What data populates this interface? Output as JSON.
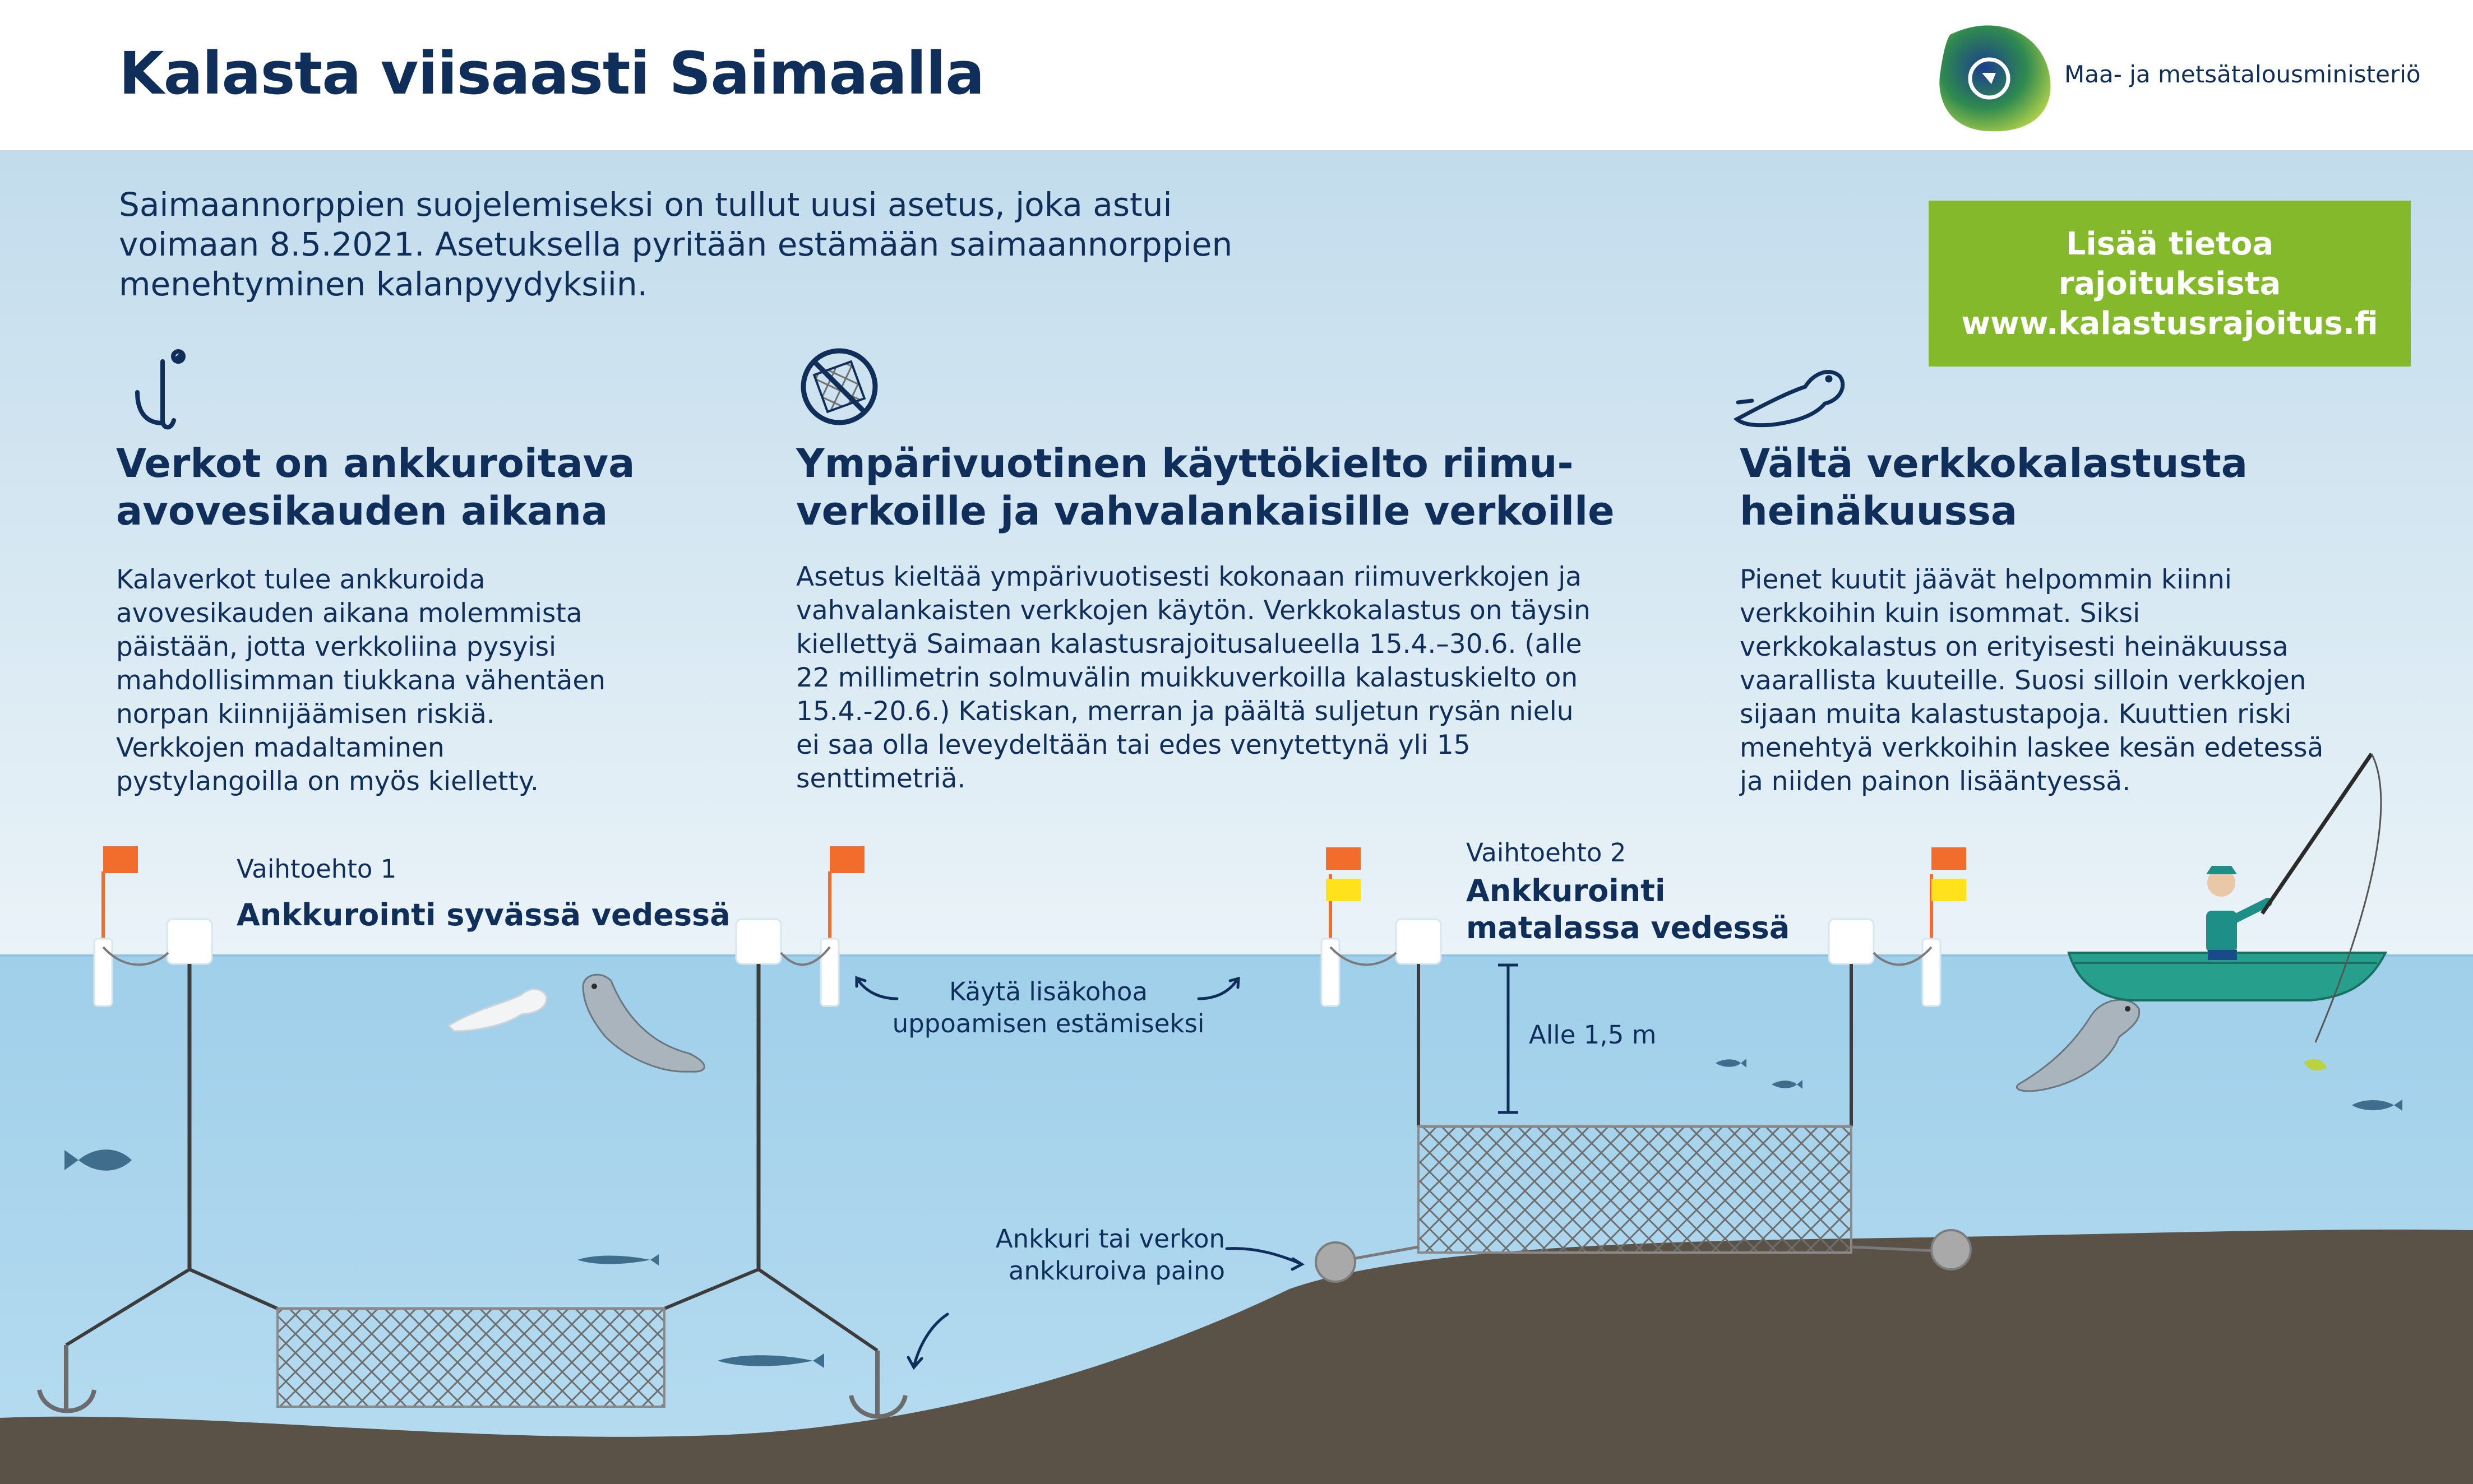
{
  "header": {
    "title": "Kalasta viisaasti Saimaalla",
    "ministry": "Maa- ja metsätalousministeriö"
  },
  "intro": "Saimaannorppien suojelemiseksi on tullut uusi asetus, joka astui voimaan 8.5.2021. Asetuksella pyritään estämään saimaannorppien menehtyminen kalanpyydyksiin.",
  "cta": {
    "line1": "Lisää tietoa",
    "line2": "rajoituksista",
    "url": "www.kalastusrajoitus.fi"
  },
  "columns": [
    {
      "icon": "anchor-icon",
      "title_1": "Verkot on ankkuroitava",
      "title_2": "avovesikauden aikana",
      "body": "Kalaverkot tulee ankkuroida avovesikauden aikana molemmista päistään, jotta verkkoliina pysyisi mahdollisimman tiukkana vähentäen norpan kiinnijäämisen riskiä. Verkkojen madaltaminen pystylangoilla on myös kielletty."
    },
    {
      "icon": "no-net-icon",
      "title_1": "Ympärivuotinen käyttökielto riimu-",
      "title_2": "verkoille ja vahvalankaisille verkoille",
      "body": "Asetus kieltää ympärivuotisesti kokonaan riimuverkkojen ja vahvalankaisten verkkojen käytön. Verkkokalastus on täysin kiellettyä Saimaan kalastusrajoitusalueella 15.4.–30.6. (alle 22 millimetrin solmuvälin muikkuverkoilla kalastuskielto on 15.4.-20.6.) Katiskan, merran ja päältä suljetun rysän nielu ei saa olla leveydeltään tai edes venytettynä yli 15 senttimetriä."
    },
    {
      "icon": "seal-icon",
      "title_1": "Vältä verkkokalastusta",
      "title_2": "heinäkuussa",
      "body": "Pienet kuutit jäävät helpommin kiinni verkkoihin kuin isommat. Siksi verkkokalastus on erityisesti heinäkuussa vaarallista kuuteille. Suosi silloin verkkojen sijaan muita kalastustapoja. Kuuttien riski menehtyä verkkoihin laskee kesän edetessä ja niiden painon lisääntyessä."
    }
  ],
  "diagram": {
    "option1_label": "Vaihtoehto 1",
    "option1_title": "Ankkurointi syvässä vedessä",
    "option2_label": "Vaihtoehto 2",
    "option2_title_1": "Ankkurointi",
    "option2_title_2": "matalassa vedessä",
    "extra_float_1": "Käytä lisäkohoa",
    "extra_float_2": "uppoamisen estämiseksi",
    "depth_label": "Alle 1,5 m",
    "anchor_label_1": "Ankkuri tai verkon",
    "anchor_label_2": "ankkuroiva paino"
  },
  "colors": {
    "navy": "#0f2f5a",
    "sky_top": "#c9e0ee",
    "water": "#a8d3ec",
    "lakebed": "#5a5246",
    "cta_green": "#83b92a",
    "flag_orange": "#f26c2c",
    "flag_yellow": "#ffe11c",
    "boat_teal": "#26a08c"
  }
}
